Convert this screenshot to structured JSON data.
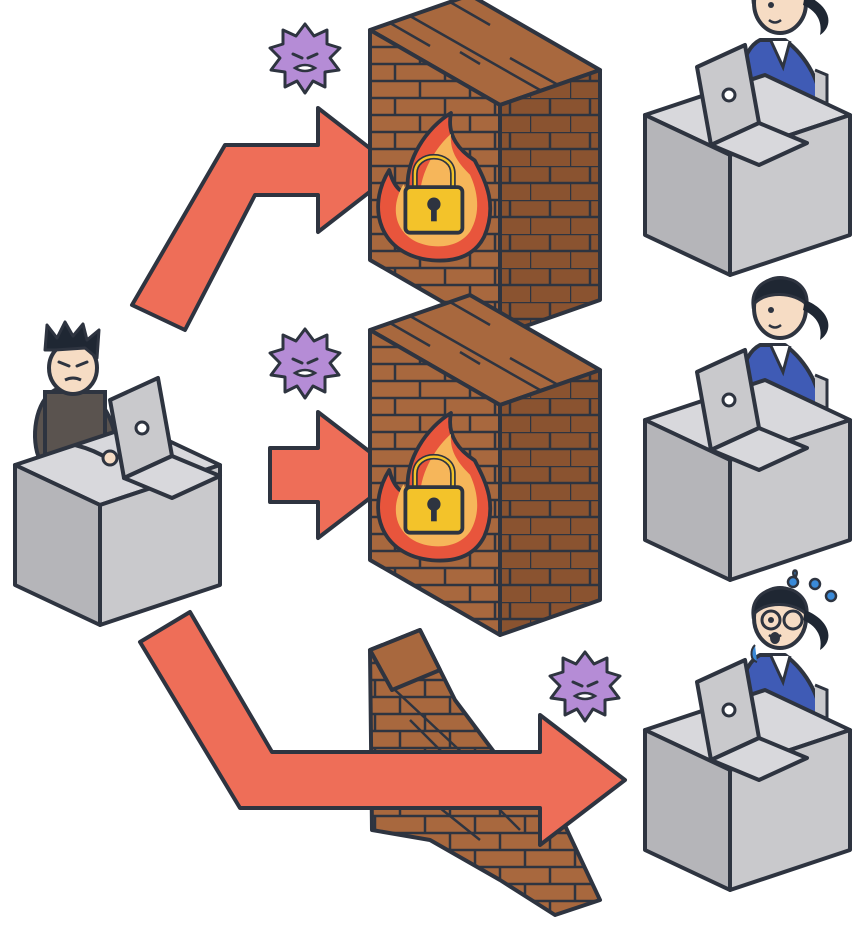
{
  "scene": {
    "elements": [
      {
        "kind": "attacker",
        "label": ""
      },
      {
        "kind": "firewall",
        "state": "intact"
      },
      {
        "kind": "firewall",
        "state": "intact"
      },
      {
        "kind": "firewall",
        "state": "collapsed"
      },
      {
        "kind": "user",
        "state": "calm"
      },
      {
        "kind": "user",
        "state": "calm"
      },
      {
        "kind": "user",
        "state": "alarmed"
      }
    ],
    "icons": [
      "virus-icon",
      "padlock-icon",
      "flame-icon",
      "laptop-icon",
      "desk-icon",
      "brick-wall-icon",
      "arrow-icon",
      "sweat-drops-icon"
    ]
  },
  "colors": {
    "outline": "#2e3440",
    "arrow": "#ee6e58",
    "brick": "#a8683e",
    "brick_dark": "#8a5330",
    "flame_outer": "#e8553c",
    "flame_inner": "#f6b65a",
    "lock": "#f3c32a",
    "desk": "#c9c9cc",
    "desk_side": "#b5b5b9",
    "virus": "#b58cd6",
    "user_suit": "#3f5bb5",
    "attacker_shirt": "#5a534f",
    "skin": "#f6dcc4",
    "hair": "#1f2733",
    "laptop": "#c9c9cc",
    "sweat": "#3a8ad8"
  }
}
